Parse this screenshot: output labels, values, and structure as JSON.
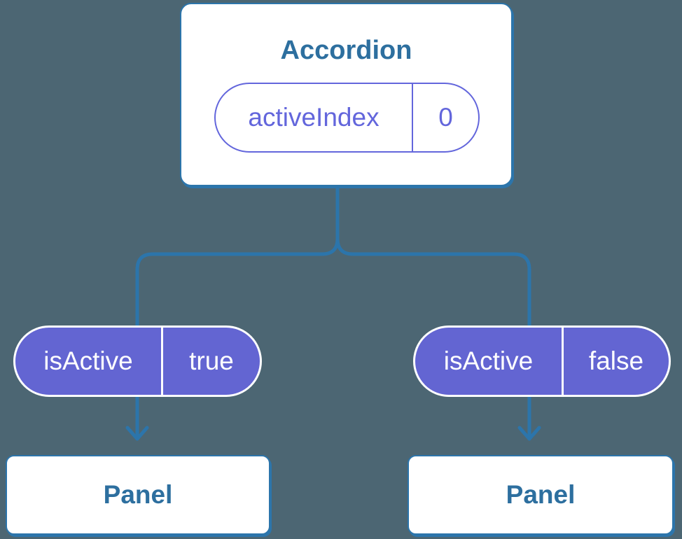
{
  "accordion": {
    "title": "Accordion",
    "state": {
      "name": "activeIndex",
      "value": "0"
    }
  },
  "children": [
    {
      "prop_name": "isActive",
      "prop_value": "true",
      "node_title": "Panel"
    },
    {
      "prop_name": "isActive",
      "prop_value": "false",
      "node_title": "Panel"
    }
  ],
  "colors": {
    "background": "#4c6673",
    "connector_blue": "#2c75ab",
    "node_border_blue": "#2c75ab",
    "node_text_blue": "#2d6f9f",
    "pill_fill_purple": "#6365d2",
    "pill_outline_purple": "#6366dc",
    "pill_text_white": "#ffffff",
    "node_fill_white": "#ffffff"
  }
}
